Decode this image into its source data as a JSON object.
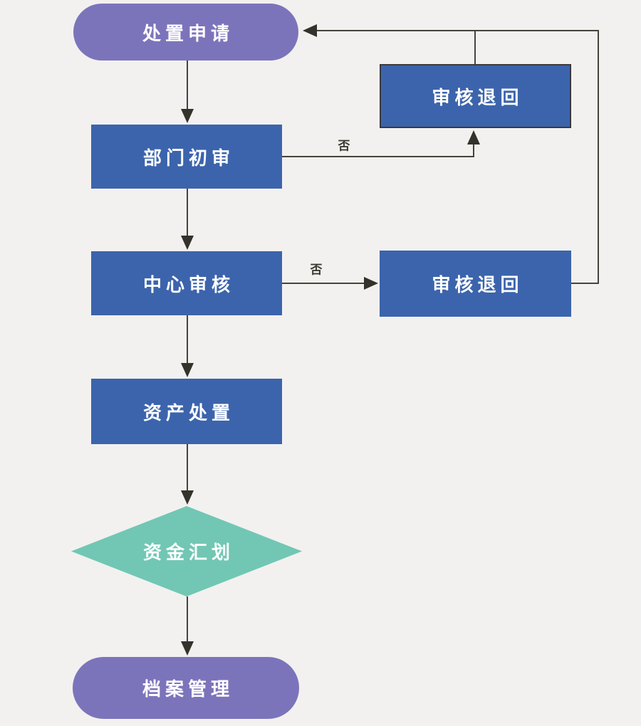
{
  "diagram": {
    "type": "flowchart",
    "background": "#f2f1ef",
    "colors": {
      "terminator_fill": "#7c74bb",
      "process_fill": "#3c64ac",
      "decision_fill": "#71c7b4",
      "bordered_process_border": "#393940",
      "connector_line": "#45443c",
      "node_text": "#ffffff",
      "edge_label_text": "#3b3a33"
    },
    "nodes": {
      "start": {
        "label": "处置申请",
        "shape": "terminator"
      },
      "return_top": {
        "label": "审核退回",
        "shape": "process"
      },
      "dept_review": {
        "label": "部门初审",
        "shape": "process"
      },
      "center_review": {
        "label": "中心审核",
        "shape": "process"
      },
      "return_right": {
        "label": "审核退回",
        "shape": "process"
      },
      "asset_disposal": {
        "label": "资产处置",
        "shape": "process"
      },
      "fund_transfer": {
        "label": "资金汇划",
        "shape": "decision"
      },
      "archive": {
        "label": "档案管理",
        "shape": "terminator"
      }
    },
    "edges": [
      {
        "from": "start",
        "to": "dept_review",
        "label": ""
      },
      {
        "from": "dept_review",
        "to": "center_review",
        "label": ""
      },
      {
        "from": "dept_review",
        "to": "return_top",
        "label": "否"
      },
      {
        "from": "return_top",
        "to": "start",
        "label": ""
      },
      {
        "from": "center_review",
        "to": "return_right",
        "label": "否"
      },
      {
        "from": "return_right",
        "to": "start",
        "label": ""
      },
      {
        "from": "center_review",
        "to": "asset_disposal",
        "label": ""
      },
      {
        "from": "asset_disposal",
        "to": "fund_transfer",
        "label": ""
      },
      {
        "from": "fund_transfer",
        "to": "archive",
        "label": ""
      }
    ]
  }
}
